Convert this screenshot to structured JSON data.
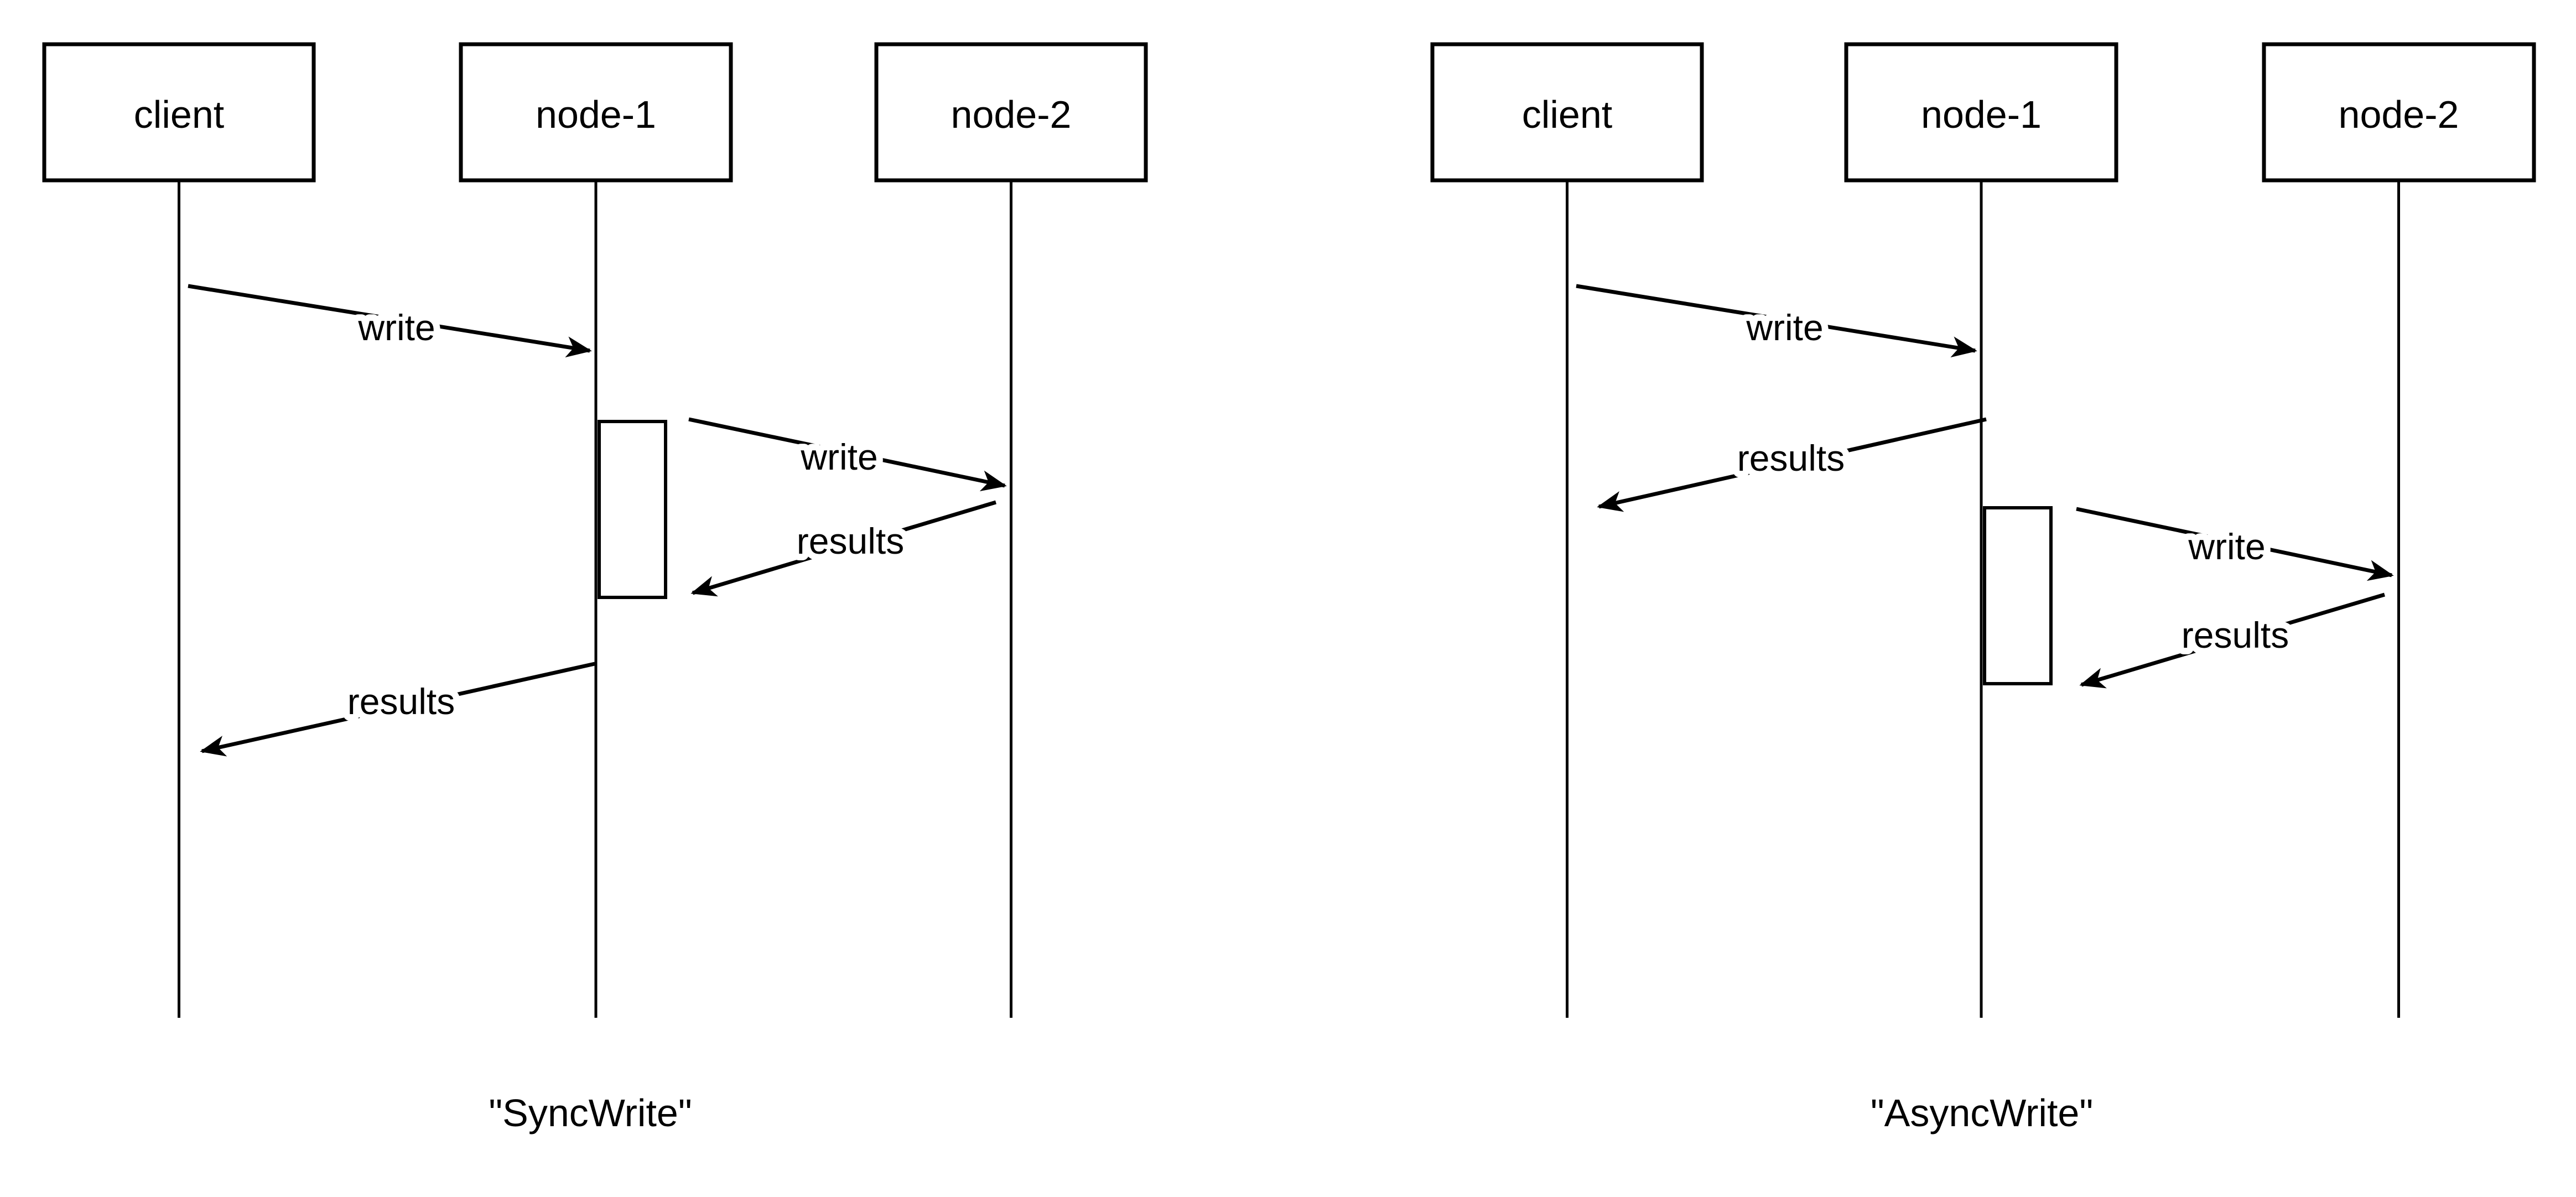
{
  "page": {
    "background": "#ffffff",
    "ink": "#000000"
  },
  "diagrams": [
    {
      "name": "sync-write",
      "caption": "\"SyncWrite\"",
      "actors": [
        {
          "label": "client"
        },
        {
          "label": "node-1"
        },
        {
          "label": "node-2"
        }
      ],
      "messages": [
        {
          "label": "write",
          "from": "client",
          "to": "node-1"
        },
        {
          "label": "write",
          "from": "node-1",
          "to": "node-2"
        },
        {
          "label": "results",
          "from": "node-2",
          "to": "node-1"
        },
        {
          "label": "results",
          "from": "node-1",
          "to": "client"
        }
      ]
    },
    {
      "name": "async-write",
      "caption": "\"AsyncWrite\"",
      "actors": [
        {
          "label": "client"
        },
        {
          "label": "node-1"
        },
        {
          "label": "node-2"
        }
      ],
      "messages": [
        {
          "label": "write",
          "from": "client",
          "to": "node-1"
        },
        {
          "label": "results",
          "from": "node-1",
          "to": "client"
        },
        {
          "label": "write",
          "from": "node-1",
          "to": "node-2"
        },
        {
          "label": "results",
          "from": "node-2",
          "to": "node-1"
        }
      ]
    }
  ]
}
